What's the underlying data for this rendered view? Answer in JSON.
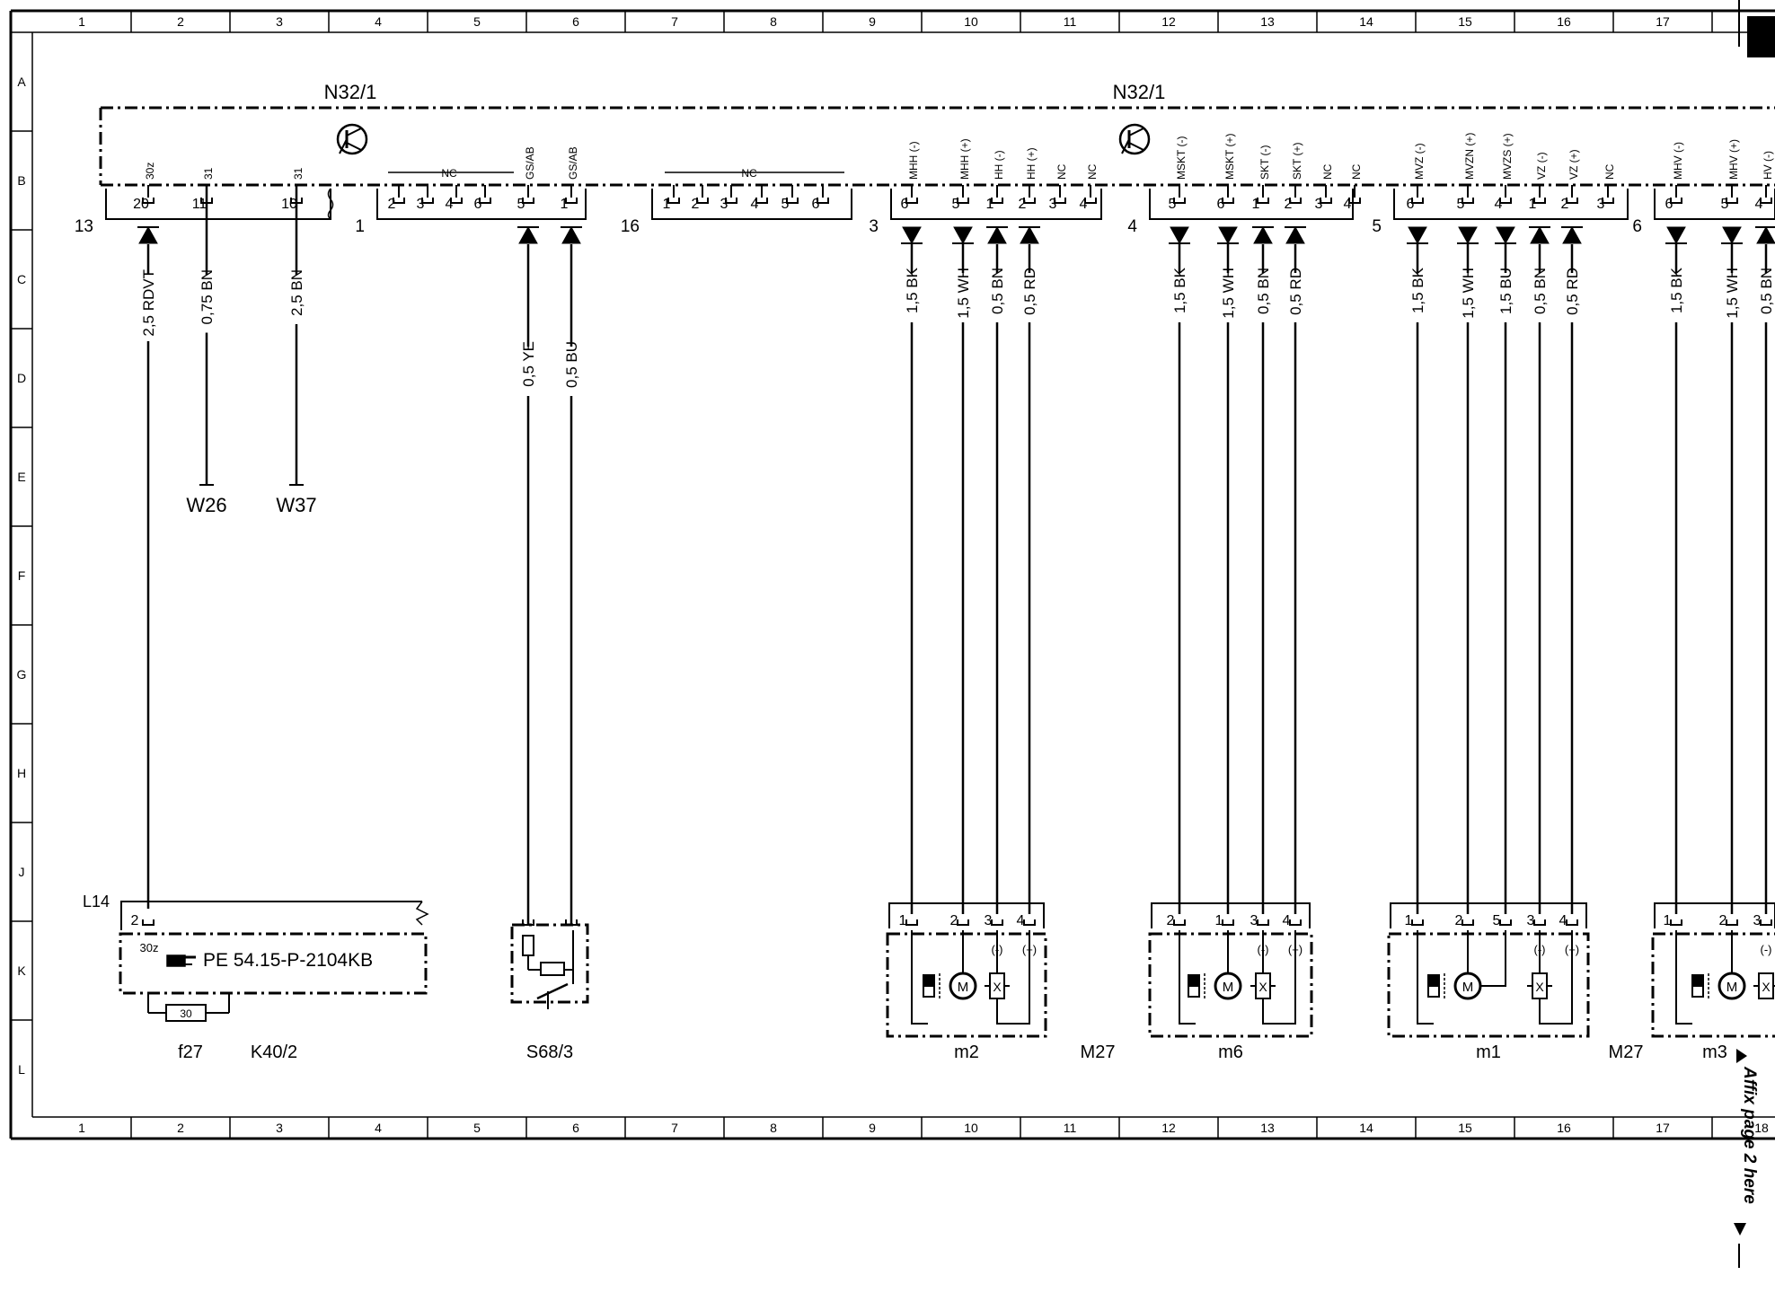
{
  "grid": {
    "columns": [
      "1",
      "2",
      "3",
      "4",
      "5",
      "6",
      "7",
      "8",
      "9",
      "10",
      "11",
      "12",
      "13",
      "14",
      "15",
      "16",
      "17",
      "18"
    ],
    "rows": [
      "A",
      "B",
      "C",
      "D",
      "E",
      "F",
      "G",
      "H",
      "J",
      "K",
      "L"
    ]
  },
  "unit_labels": {
    "left": "N32/1",
    "right": "N32/1"
  },
  "connectors": [
    {
      "id": "13",
      "pins": [
        "20",
        "11",
        "10"
      ]
    },
    {
      "id": "1",
      "pins": [
        "2",
        "3",
        "4",
        "6",
        "5",
        "1"
      ],
      "nc": "NC"
    },
    {
      "id": "16",
      "pins": [
        "1",
        "2",
        "3",
        "4",
        "5",
        "6"
      ],
      "nc": "NC"
    },
    {
      "id": "3",
      "pins": [
        "6",
        "5",
        "1",
        "2",
        "3",
        "4"
      ]
    },
    {
      "id": "4",
      "pins": [
        "5",
        "6",
        "1",
        "2",
        "3",
        "4"
      ]
    },
    {
      "id": "5",
      "pins": [
        "6",
        "5",
        "4",
        "1",
        "2",
        "3"
      ]
    },
    {
      "id": "6",
      "pins": [
        "6",
        "5",
        "4"
      ]
    }
  ],
  "pin_signals": [
    "30z",
    "31",
    "31",
    "GS/AB",
    "GS/AB",
    "MHH (-)",
    "MHH (+)",
    "HH (-)",
    "HH (+)",
    "NC",
    "NC",
    "MSKT (-)",
    "MSKT (+)",
    "SKT (-)",
    "SKT (+)",
    "NC",
    "NC",
    "MVZ (-)",
    "MVZN (+)",
    "MVZS (+)",
    "VZ (-)",
    "VZ (+)",
    "NC",
    "MHV (-)",
    "MHV (+)",
    "HV (-)"
  ],
  "wires": [
    "2,5 RDVT",
    "0,75 BN",
    "2,5 BN",
    "0,5 YE",
    "0,5 BU",
    "1,5 BK",
    "1,5 WH",
    "0,5 BN",
    "0,5 RD",
    "1,5 BK",
    "1,5 WH",
    "0,5 BN",
    "0,5 RD",
    "1,5 BK",
    "1,5 WH",
    "1,5 BU",
    "0,5 BN",
    "0,5 RD",
    "1,5 BK",
    "1,5 WH",
    "0,5 BN"
  ],
  "grounds": [
    "W26",
    "W37"
  ],
  "k40": {
    "conn": "L14",
    "pin": "2",
    "signal": "30z",
    "ref": "PE 54.15-P-2104KB",
    "fuse_value": "30",
    "fuse": "f27",
    "name": "K40/2"
  },
  "switch": {
    "name": "S68/3"
  },
  "motors": [
    {
      "name": "m2",
      "pins": [
        "1",
        "2",
        "3",
        "4"
      ]
    },
    {
      "name": "m6",
      "pins": [
        "2",
        "1",
        "3",
        "4"
      ]
    },
    {
      "name": "m1",
      "pins": [
        "1",
        "2",
        "5",
        "3",
        "4"
      ]
    },
    {
      "name": "m3",
      "pins": [
        "1",
        "2",
        "3"
      ]
    }
  ],
  "motor_marks": {
    "m": "M",
    "x": "X",
    "minus": "(-)",
    "plus": "(+)"
  },
  "group_labels": [
    "M27",
    "M27"
  ],
  "affix_note": "Affix page 2 here"
}
